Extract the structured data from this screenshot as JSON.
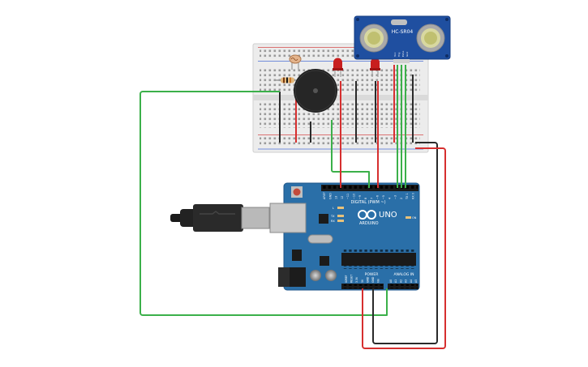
{
  "sensor": {
    "model": "HC-SR04",
    "pins": [
      "Vcc",
      "Trig",
      "Echo",
      "Gnd"
    ]
  },
  "arduino": {
    "brand": "ARDUINO",
    "model": "UNO",
    "digital_header": "DIGITAL (PWM ~)",
    "power_header": "POWER",
    "analog_header": "ANALOG IN",
    "on_label": "ON",
    "tx_label": "TX",
    "rx_label": "RX",
    "l_label": "L",
    "digital_pins": [
      "AREF",
      "GND",
      "13",
      "12",
      "~11",
      "~10",
      "~9",
      "8",
      "7",
      "~6",
      "~5",
      "4",
      "~3",
      "2",
      "TX 1",
      "RX 0"
    ],
    "power_pins": [
      "IOREF",
      "RESET",
      "3.3V",
      "5V",
      "GND",
      "GND",
      "Vin"
    ],
    "analog_pins": [
      "A0",
      "A1",
      "A2",
      "A3",
      "A4",
      "A5"
    ]
  },
  "colors": {
    "board": "#2a6fa8",
    "wire_green": "#3bb04a",
    "wire_red": "#d62f2f",
    "wire_black": "#2a2a2a",
    "led": "#c81e1e",
    "breadboard": "#ececec"
  }
}
